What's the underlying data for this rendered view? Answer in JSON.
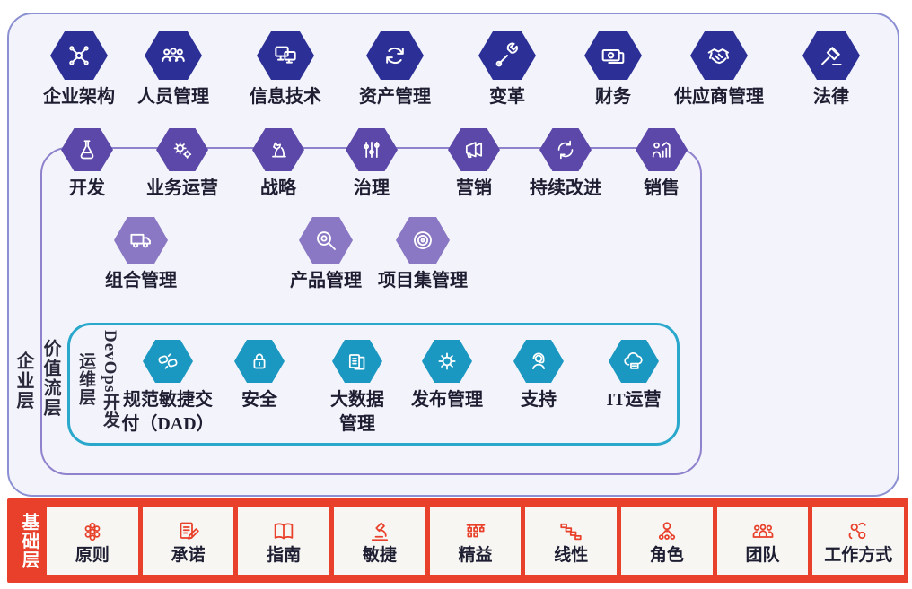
{
  "diagram": {
    "layer_labels": {
      "enterprise": "企业层",
      "value_stream": "价值流层",
      "devops_dev": "DevOps开发",
      "devops_ops": "运维层",
      "foundation": "基础层"
    },
    "colors": {
      "enterprise_hex": "#2b2f96",
      "value_stream_hex": "#5b48a8",
      "management_hex": "#8a78c4",
      "devops_hex": "#1b98c1",
      "outer_border": "#8b90d2",
      "purple_border": "#8f82cc",
      "teal_border": "#2aa8cc",
      "foundation_red": "#e8402a"
    },
    "rows": {
      "enterprise": [
        {
          "label": "企业架构",
          "icon": "network-icon"
        },
        {
          "label": "人员管理",
          "icon": "people-icon"
        },
        {
          "label": "信息技术",
          "icon": "monitors-icon"
        },
        {
          "label": "资产管理",
          "icon": "recycle-icon"
        },
        {
          "label": "变革",
          "icon": "wrench-icon"
        },
        {
          "label": "财务",
          "icon": "cash-icon"
        },
        {
          "label": "供应商管理",
          "icon": "handshake-icon"
        },
        {
          "label": "法律",
          "icon": "gavel-icon"
        }
      ],
      "value_stream": [
        {
          "label": "开发",
          "icon": "flask-icon"
        },
        {
          "label": "业务运营",
          "icon": "gears-icon"
        },
        {
          "label": "战略",
          "icon": "chess-knight-icon"
        },
        {
          "label": "治理",
          "icon": "sliders-icon"
        },
        {
          "label": "营销",
          "icon": "megaphone-icon"
        },
        {
          "label": "持续改进",
          "icon": "cycle-arrows-icon"
        },
        {
          "label": "销售",
          "icon": "sales-chart-icon"
        }
      ],
      "management": [
        {
          "label": "组合管理",
          "icon": "truck-icon"
        },
        {
          "label": "产品管理",
          "icon": "magnifier-icon"
        },
        {
          "label": "项目集管理",
          "icon": "target-icon"
        }
      ],
      "devops": [
        {
          "label": "规范敏捷交\n付（DAD）",
          "icon": "fist-bump-icon"
        },
        {
          "label": "安全",
          "icon": "lock-icon"
        },
        {
          "label": "大数据\n管理",
          "icon": "documents-icon"
        },
        {
          "label": "发布管理",
          "icon": "ship-wheel-icon"
        },
        {
          "label": "支持",
          "icon": "headset-icon"
        },
        {
          "label": "IT运营",
          "icon": "cloud-server-icon"
        }
      ]
    },
    "foundation_items": [
      {
        "label": "原则",
        "icon": "honeycomb-icon"
      },
      {
        "label": "承诺",
        "icon": "document-pen-icon"
      },
      {
        "label": "指南",
        "icon": "open-book-icon"
      },
      {
        "label": "敏捷",
        "icon": "microscope-icon"
      },
      {
        "label": "精益",
        "icon": "kanban-icon"
      },
      {
        "label": "线性",
        "icon": "steps-icon"
      },
      {
        "label": "角色",
        "icon": "role-network-icon"
      },
      {
        "label": "团队",
        "icon": "team-icon"
      },
      {
        "label": "工作方式",
        "icon": "collaboration-icon"
      }
    ]
  }
}
